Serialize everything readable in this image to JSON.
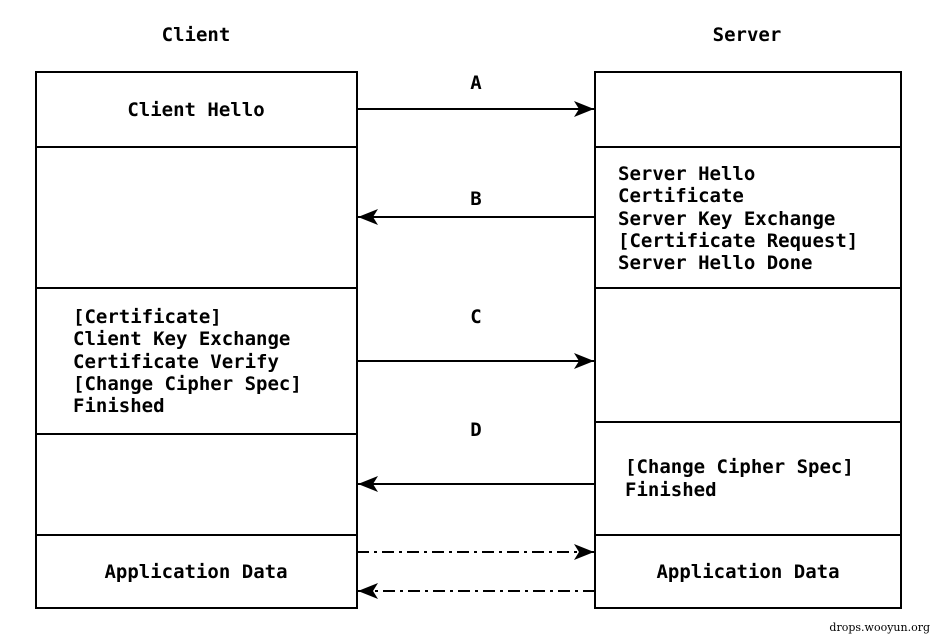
{
  "headers": {
    "client": "Client",
    "server": "Server"
  },
  "client": {
    "hello": "Client Hello",
    "step_c": [
      "[Certificate]",
      "Client Key Exchange",
      "Certificate Verify",
      "[Change Cipher Spec]",
      "Finished"
    ],
    "app_data": "Application Data"
  },
  "server": {
    "step_b": [
      "Server Hello",
      "Certificate",
      "Server Key Exchange",
      "[Certificate Request]",
      "Server Hello Done"
    ],
    "step_d": [
      "[Change Cipher Spec]",
      "Finished"
    ],
    "app_data": "Application Data"
  },
  "arrows": {
    "a": "A",
    "b": "B",
    "c": "C",
    "d": "D"
  },
  "watermark": "drops.wooyun.org"
}
